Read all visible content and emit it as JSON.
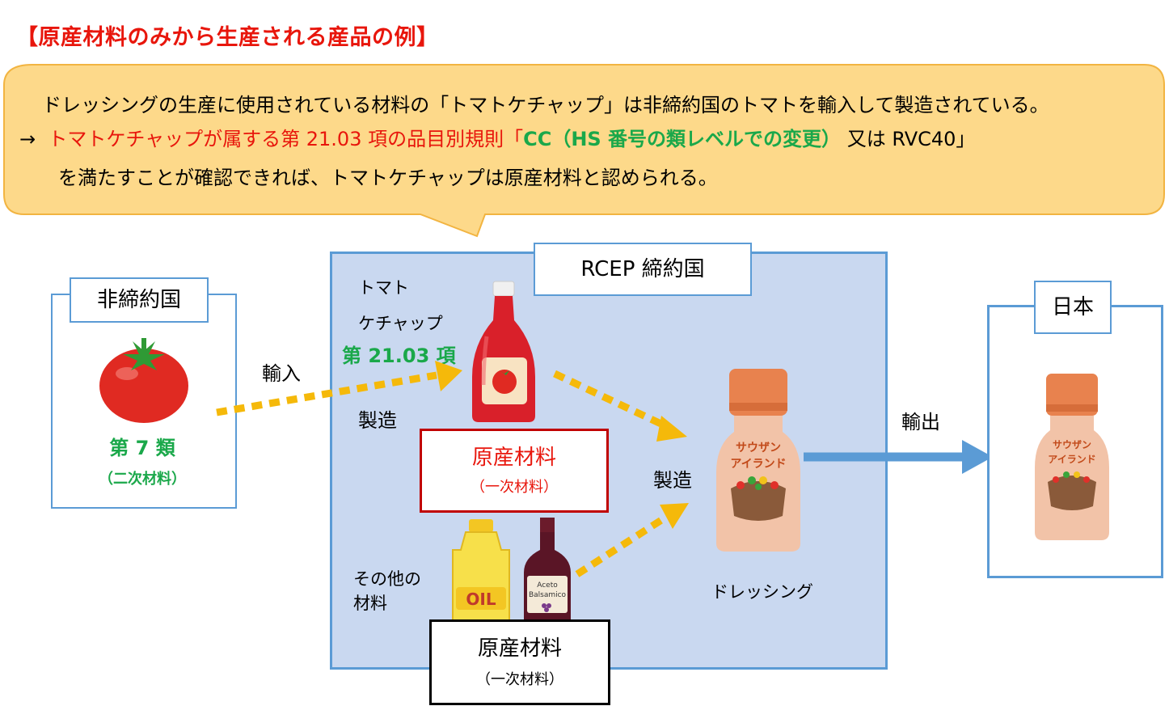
{
  "title": "【原産材料のみから生産される産品の例】",
  "callout": {
    "line1": "ドレッシングの生産に使用されている材料の「トマトケチャップ」は非締約国のトマトを輸入して製造されている。",
    "arrow": "→",
    "line2_red": "トマトケチャップが属する第 21.03 項の品目別規則「",
    "line2_green": "CC（HS 番号の類レベルでの変更）",
    "line2_black": "又は RVC40」",
    "line3": "を満たすことが確認できれば、トマトケチャップは原産材料と認められる。"
  },
  "non_party": {
    "label": "非締約国",
    "classification": "第 7 類",
    "note": "（二次材料）"
  },
  "import_label": "輸入",
  "rcep": {
    "label": "RCEP 締約国",
    "ketchup_line1": "トマト",
    "ketchup_line2": "ケチャップ",
    "ketchup_heading": "第 21.03 項",
    "manufacture1": "製造",
    "origin_red_title": "原産材料",
    "origin_red_note": "（一次材料）",
    "manufacture2": "製造",
    "other_line1": "その他の",
    "other_line2": "材料",
    "origin_black_title": "原産材料",
    "origin_black_note": "（一次材料）",
    "dressing": "ドレッシング",
    "bottle_text1": "サウザン",
    "bottle_text2": "アイランド",
    "oil_text": "OIL",
    "vinegar_text1": "Aceto",
    "vinegar_text2": "Balsamico"
  },
  "export_label": "輸出",
  "japan": {
    "label": "日本",
    "bottle_text1": "サウザン",
    "bottle_text2": "アイランド"
  },
  "colors": {
    "title_red": "#e8160c",
    "callout_fill": "#fdd98a",
    "callout_border": "#f2b441",
    "rcep_fill": "#c9d8f0",
    "box_blue": "#5b9bd5",
    "arrow_yellow": "#f5b90a",
    "arrow_blue": "#5b9bd5",
    "green": "#1aa84a"
  }
}
